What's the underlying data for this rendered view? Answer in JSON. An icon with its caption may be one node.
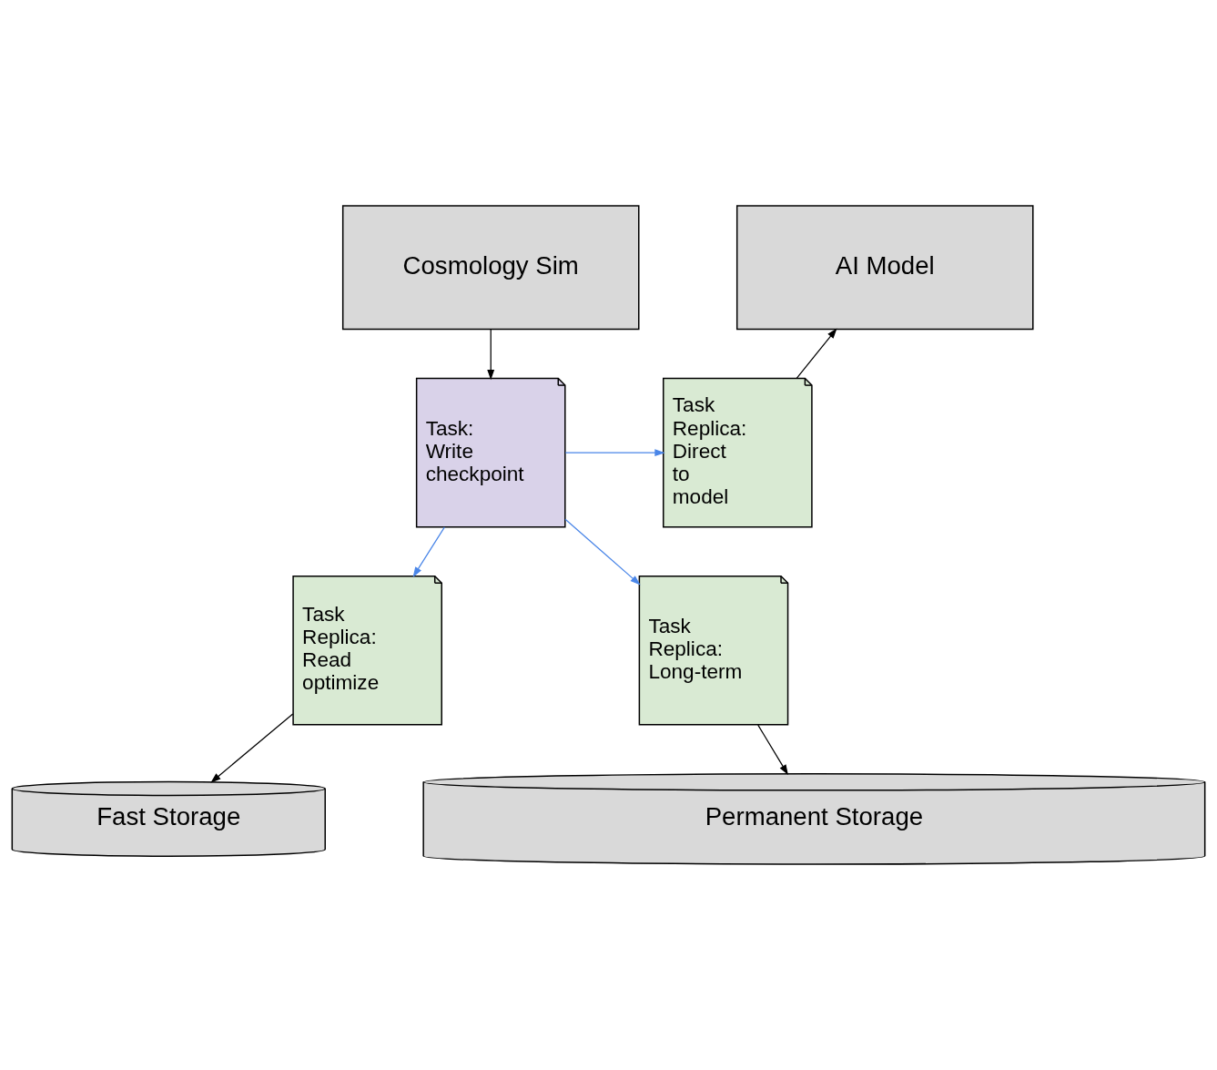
{
  "diagram": {
    "nodes": [
      {
        "text": [
          "Cosmology Sim"
        ]
      },
      {
        "text": [
          "AI Model"
        ]
      },
      {
        "text": [
          "Task: Write checkpoint"
        ]
      },
      {
        "text": [
          "Task Replica: Direct to model"
        ]
      },
      {
        "text": [
          "Task Replica: Read optimize"
        ]
      },
      {
        "text": [
          "Task Replica: Long-term"
        ]
      },
      {
        "text": [
          "Fast Storage"
        ]
      },
      {
        "text": [
          "Permanent Storage"
        ]
      }
    ],
    "edges": [
      {
        "from": 0,
        "to": 2,
        "arrow": "to"
      },
      {
        "from": 2,
        "to": 3,
        "arrow": "to",
        "color": "#4a86e8"
      },
      {
        "from": 2,
        "to": 4,
        "arrow": "to",
        "color": "#4a86e8"
      },
      {
        "from": 2,
        "to": 5,
        "arrow": "to",
        "color": "#4a86e8"
      },
      {
        "from": 3,
        "to": 1,
        "arrow": "to"
      },
      {
        "from": 4,
        "to": 6,
        "arrow": "to"
      },
      {
        "from": 5,
        "to": 7,
        "arrow": "to"
      }
    ]
  }
}
